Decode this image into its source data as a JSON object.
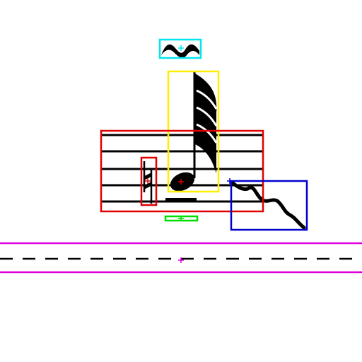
{
  "colors": {
    "ink": "#000000",
    "staff_box": "#e00000",
    "note_box": "#ffee00",
    "ornament_box": "#00e5ee",
    "ledger_box": "#00dd00",
    "glissando_box": "#0000cc",
    "dashed_line_box": "#dd00dd",
    "background": "#ffffff"
  },
  "annotations": [
    {
      "name": "ornament-trill-box",
      "color_key": "ornament_box"
    },
    {
      "name": "note-sixteenth-box",
      "color_key": "note_box"
    },
    {
      "name": "staff-box",
      "color_key": "staff_box"
    },
    {
      "name": "accidental-natural-box",
      "color_key": "staff_box"
    },
    {
      "name": "ledger-line-box",
      "color_key": "ledger_box"
    },
    {
      "name": "glissando-wavy-line-box",
      "color_key": "glissando_box"
    },
    {
      "name": "dashed-line-box",
      "color_key": "dashed_line_box"
    }
  ]
}
